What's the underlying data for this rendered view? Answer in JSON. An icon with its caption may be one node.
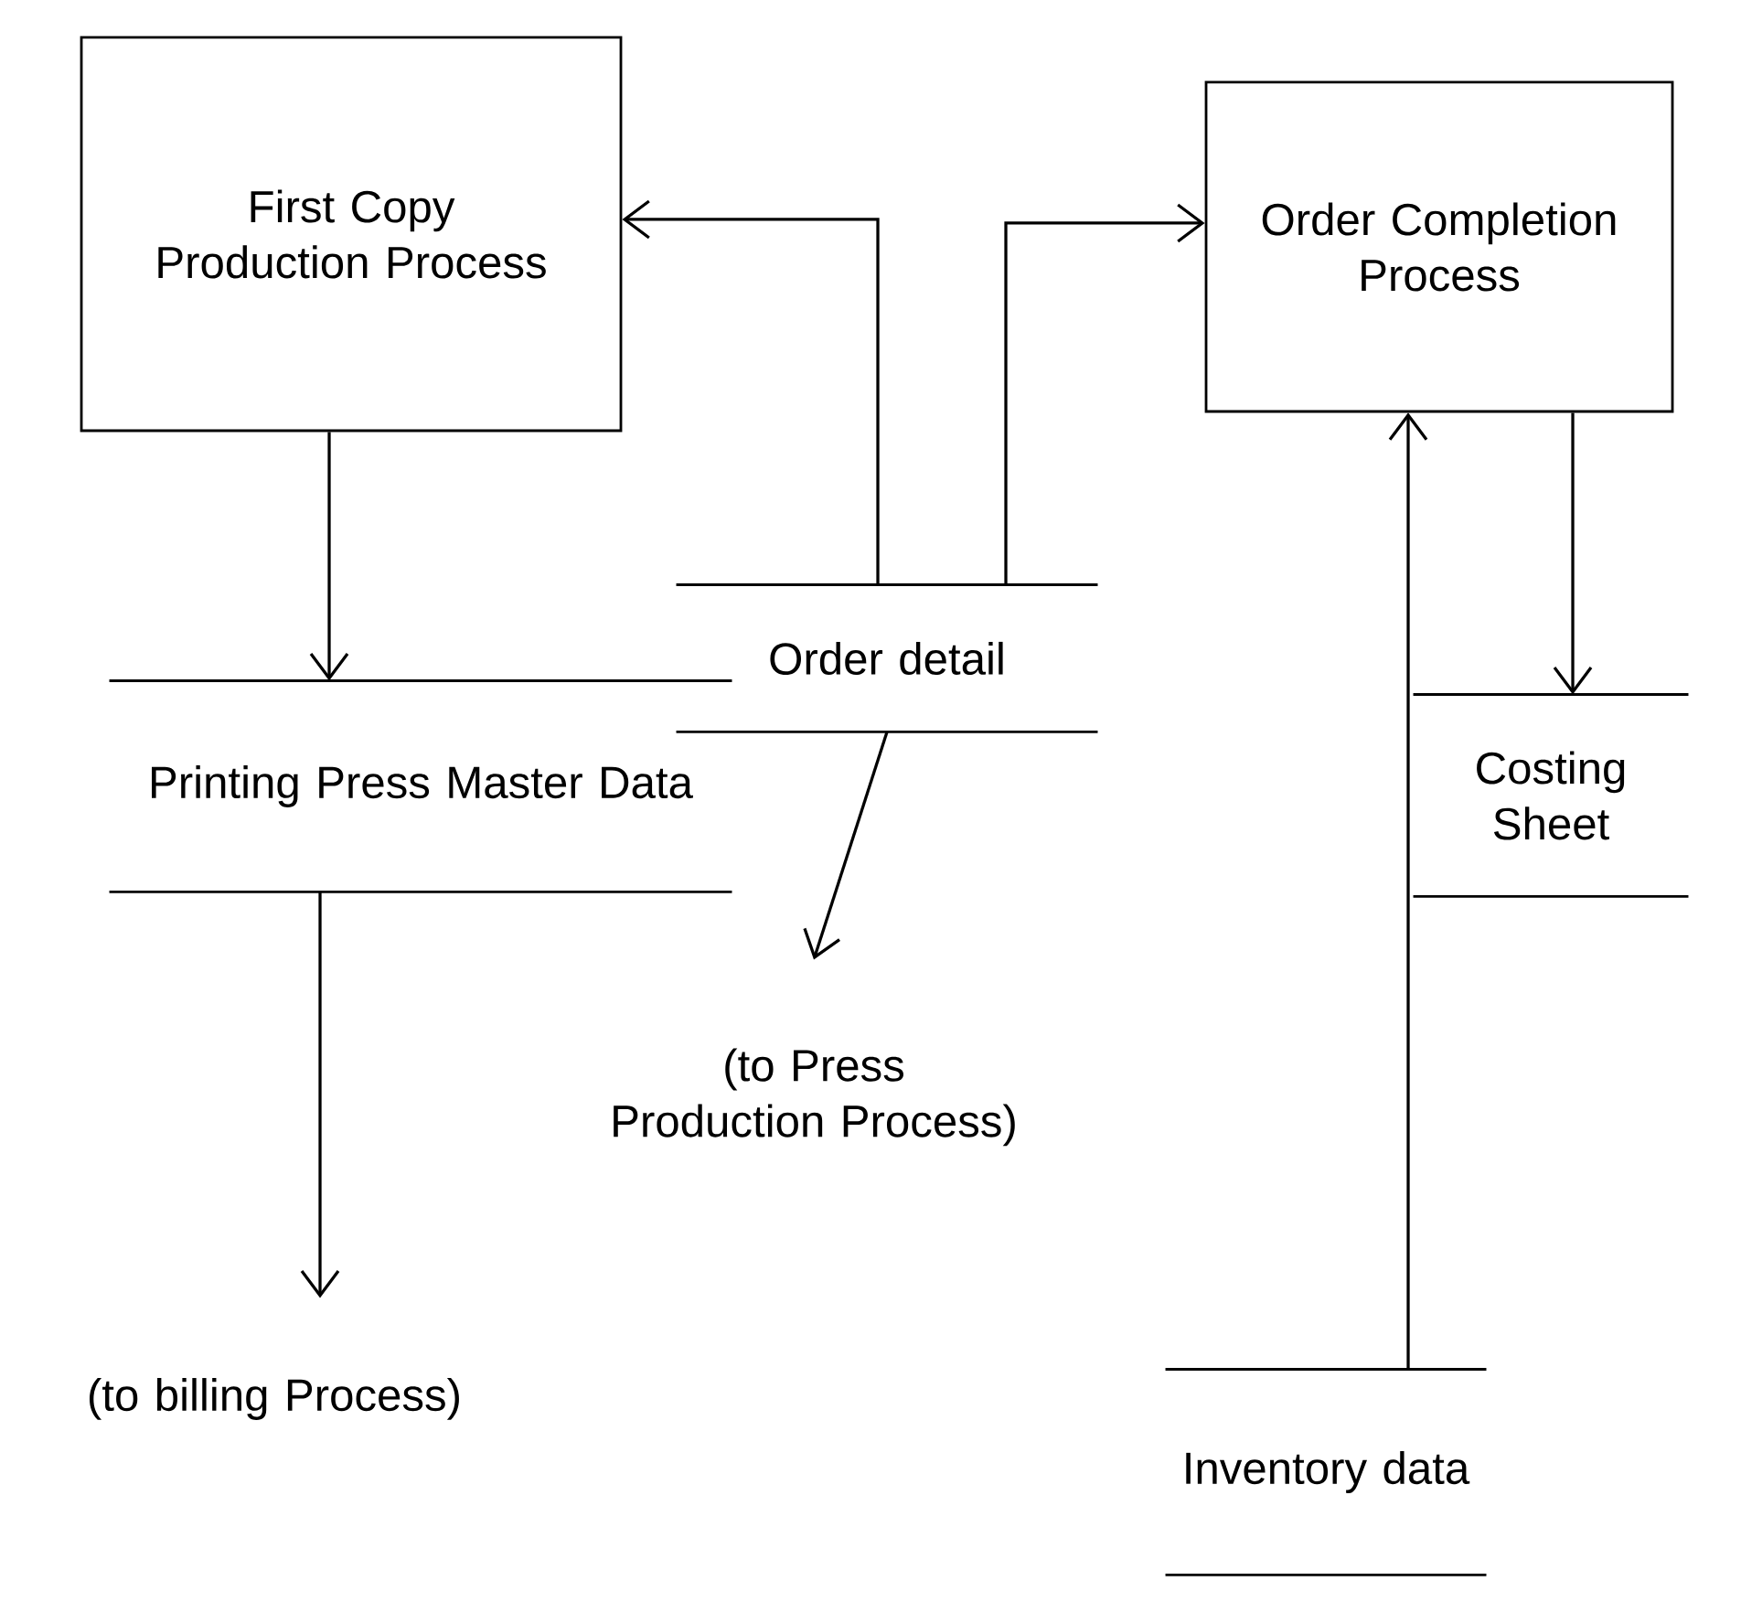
{
  "diagram": {
    "nodes": [
      {
        "text": [
          "First Copy Production Process"
        ]
      },
      {
        "text": [
          "Order Completion Process"
        ]
      },
      {
        "text": [
          "Printing Press Master Data"
        ]
      },
      {
        "text": [
          "Order detail"
        ]
      },
      {
        "text": [
          "(to Press Production Process)"
        ]
      },
      {
        "text": [
          "Costing Sheet"
        ]
      },
      {
        "text": [
          "(to billing Process)"
        ]
      },
      {
        "text": [
          "Inventory data"
        ]
      }
    ],
    "edges": [
      {
        "from": 0,
        "to": 2,
        "arrow": "to"
      },
      {
        "from": 3,
        "to": 0,
        "arrow": "to"
      },
      {
        "from": 3,
        "to": 1,
        "arrow": "to"
      },
      {
        "from": 3,
        "to": 4,
        "arrow": "to"
      },
      {
        "from": 1,
        "to": 5,
        "arrow": "to"
      },
      {
        "from": 2,
        "to": 6,
        "arrow": "to"
      },
      {
        "from": 7,
        "to": 1,
        "arrow": "to"
      }
    ]
  }
}
